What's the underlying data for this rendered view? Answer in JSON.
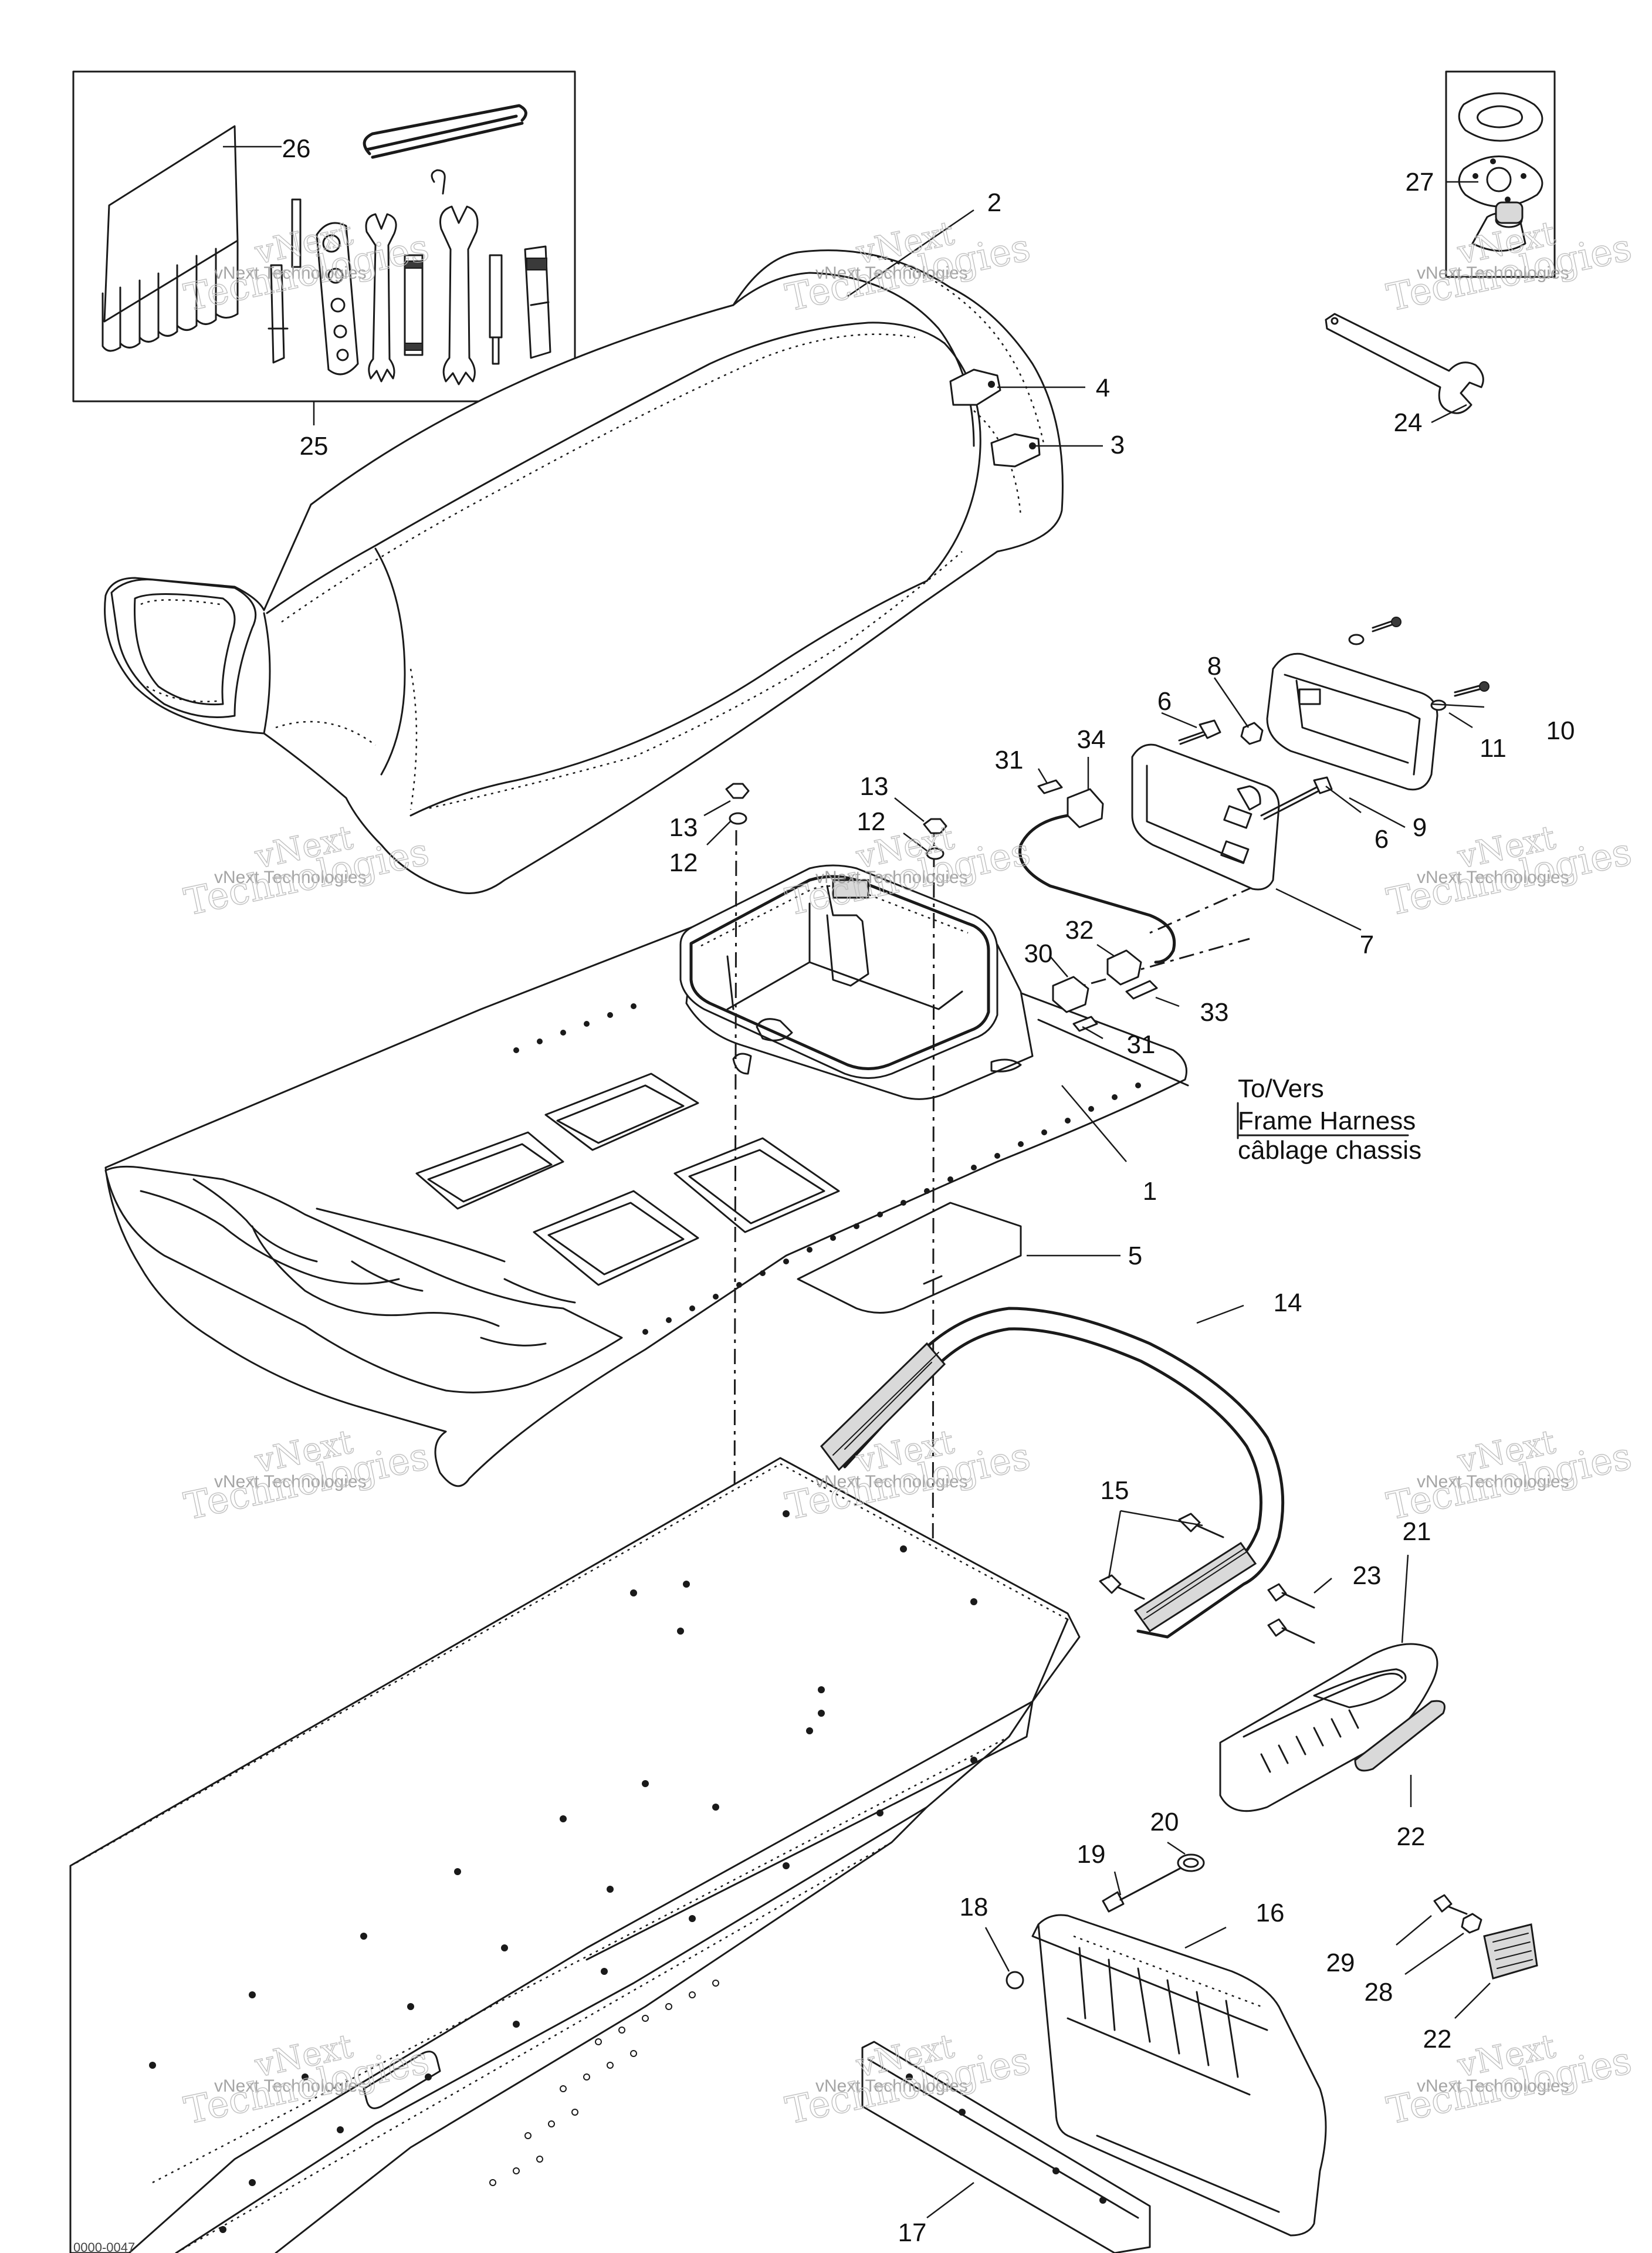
{
  "callouts": [
    {
      "id": "1",
      "text": "1"
    },
    {
      "id": "2",
      "text": "2"
    },
    {
      "id": "3",
      "text": "3"
    },
    {
      "id": "4",
      "text": "4"
    },
    {
      "id": "5",
      "text": "5"
    },
    {
      "id": "6a",
      "text": "6"
    },
    {
      "id": "6b",
      "text": "6"
    },
    {
      "id": "7",
      "text": "7"
    },
    {
      "id": "8",
      "text": "8"
    },
    {
      "id": "9",
      "text": "9"
    },
    {
      "id": "10",
      "text": "10"
    },
    {
      "id": "11",
      "text": "11"
    },
    {
      "id": "12a",
      "text": "12"
    },
    {
      "id": "12b",
      "text": "12"
    },
    {
      "id": "13a",
      "text": "13"
    },
    {
      "id": "13b",
      "text": "13"
    },
    {
      "id": "14",
      "text": "14"
    },
    {
      "id": "15",
      "text": "15"
    },
    {
      "id": "16",
      "text": "16"
    },
    {
      "id": "17",
      "text": "17"
    },
    {
      "id": "18",
      "text": "18"
    },
    {
      "id": "19",
      "text": "19"
    },
    {
      "id": "20",
      "text": "20"
    },
    {
      "id": "21",
      "text": "21"
    },
    {
      "id": "22a",
      "text": "22"
    },
    {
      "id": "22b",
      "text": "22"
    },
    {
      "id": "23",
      "text": "23"
    },
    {
      "id": "24",
      "text": "24"
    },
    {
      "id": "25",
      "text": "25"
    },
    {
      "id": "26",
      "text": "26"
    },
    {
      "id": "27",
      "text": "27"
    },
    {
      "id": "28",
      "text": "28"
    },
    {
      "id": "29",
      "text": "29"
    },
    {
      "id": "30",
      "text": "30"
    },
    {
      "id": "31a",
      "text": "31"
    },
    {
      "id": "31b",
      "text": "31"
    },
    {
      "id": "32",
      "text": "32"
    },
    {
      "id": "33",
      "text": "33"
    },
    {
      "id": "34",
      "text": "34"
    }
  ],
  "harness_note": {
    "line1": "To/Vers",
    "line2": "Frame Harness",
    "line3": "câblage chassis"
  },
  "watermark": {
    "brand": "vNext",
    "company": "Technologies",
    "caption": "vNext Technologies"
  },
  "drawing_code": "0000-0047",
  "colors": {
    "ink": "#1a1a1a",
    "watermark": "#bdbdbd",
    "background": "#ffffff"
  }
}
